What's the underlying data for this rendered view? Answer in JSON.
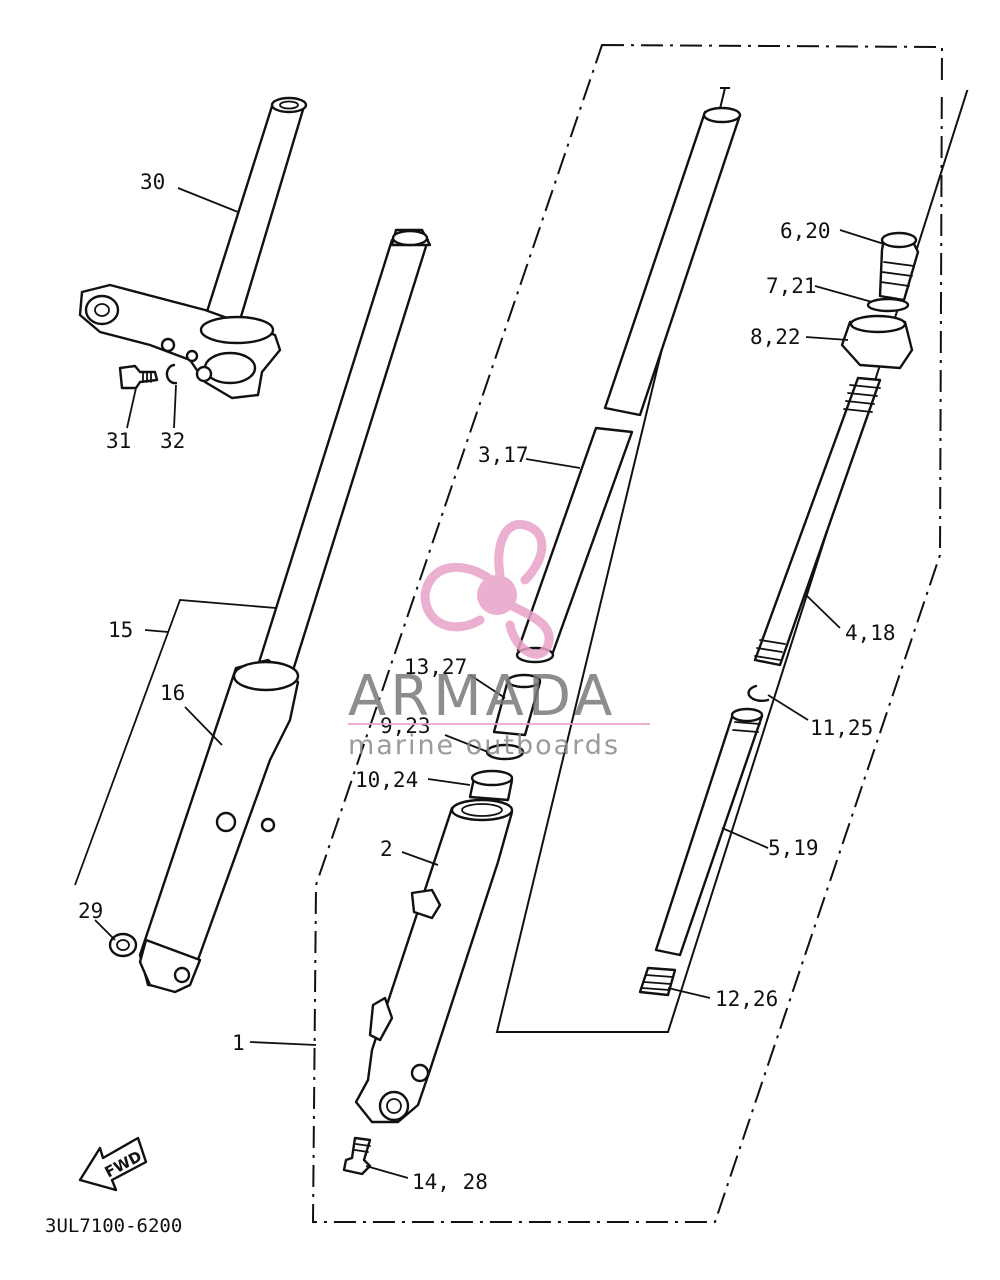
{
  "callouts": {
    "c30": "30",
    "c31": "31",
    "c32": "32",
    "c15": "15",
    "c16": "16",
    "c29": "29",
    "c1": "1",
    "c2": "2",
    "c3_17": "3,17",
    "c4_18": "4,18",
    "c5_19": "5,19",
    "c6_20": "6,20",
    "c7_21": "7,21",
    "c8_22": "8,22",
    "c9_23": "9,23",
    "c10_24": "10,24",
    "c11_25": "11,25",
    "c12_26": "12,26",
    "c13_27": "13,27",
    "c14_28": "14, 28"
  },
  "diagram_code": "3UL7100-6200",
  "fwd_label": "FWD",
  "watermark": {
    "title": "ARMADA",
    "subtitle": "marine outboards",
    "accent_color": "#e8a2c8",
    "text_color": "#7a7a7a"
  }
}
